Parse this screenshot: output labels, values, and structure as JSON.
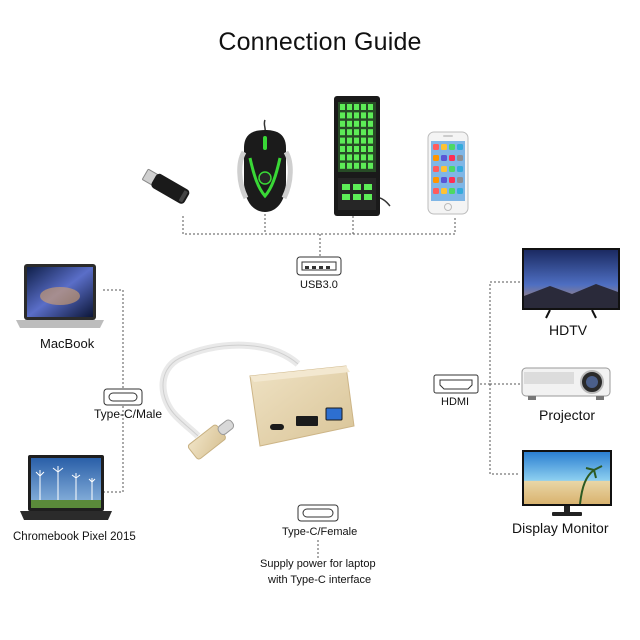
{
  "title": "Connection Guide",
  "ports": {
    "usb": "USB3.0",
    "hdmi": "HDMI",
    "typec_male": "Type-C/Male",
    "typec_female": "Type-C/Female"
  },
  "left_devices": {
    "macbook": "MacBook",
    "chromebook": "Chromebook Pixel 2015"
  },
  "right_devices": {
    "hdtv": "HDTV",
    "projector": "Projector",
    "monitor": "Display Monitor"
  },
  "power_note": {
    "line1": "Supply power for laptop",
    "line2": "with Type-C interface"
  },
  "colors": {
    "adapter_body": "#e6d3ae",
    "keyboard_glow": "#4fe04a",
    "mouse_glow": "#39d836",
    "screen_blue": "#2f6fc4"
  }
}
